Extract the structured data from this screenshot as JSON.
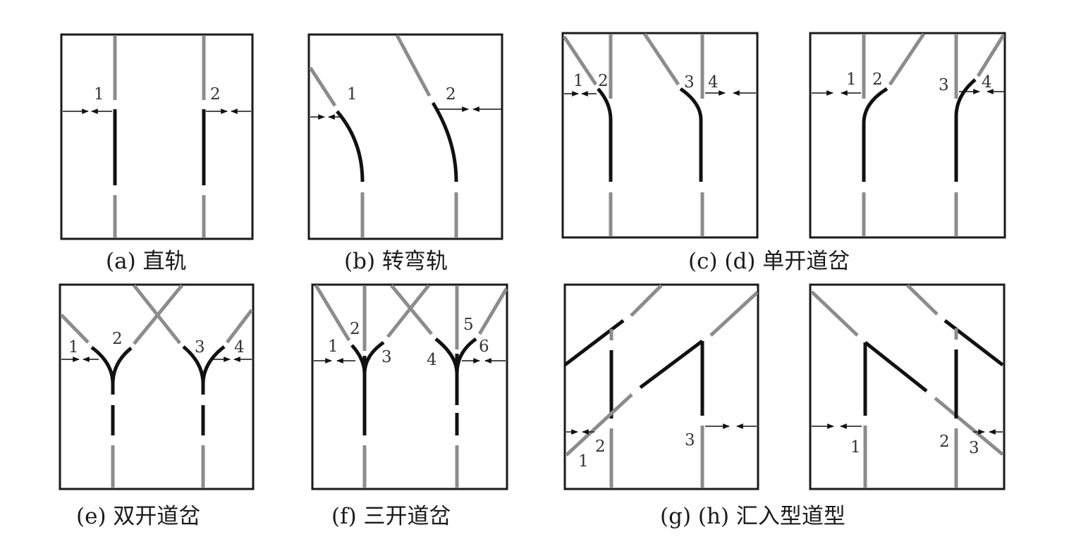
{
  "captions": {
    "a": "(a) 直轨",
    "b": "(b) 转弯轨",
    "cd": "(c) (d) 单开道岔",
    "e": "(e) 双开道岔",
    "f": "(f) 三开道岔",
    "gh": "(g) (h) 汇入型道型"
  },
  "labels": {
    "a": [
      "1",
      "2"
    ],
    "b": [
      "1",
      "2"
    ],
    "c": [
      "1",
      "2",
      "3",
      "4"
    ],
    "d": [
      "1",
      "2",
      "3",
      "4"
    ],
    "e": [
      "1",
      "2",
      "3",
      "4"
    ],
    "f": [
      "1",
      "2",
      "3",
      "4",
      "5",
      "6"
    ],
    "g": [
      "1",
      "2",
      "3"
    ],
    "h": [
      "1",
      "2",
      "3"
    ]
  },
  "colors": {
    "frame": "#1a1a1a",
    "connector_track": "#8c8c8c",
    "track_segment": "#111111"
  }
}
